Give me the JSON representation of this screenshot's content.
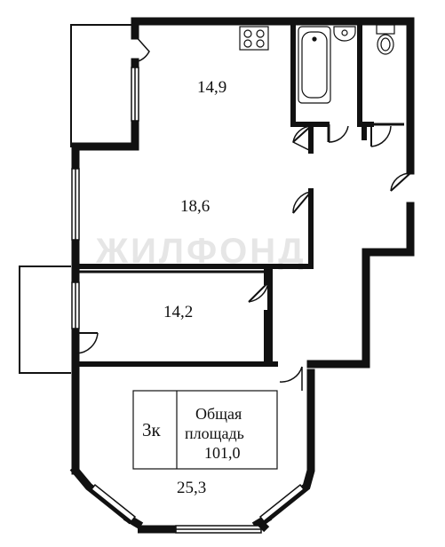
{
  "watermark": "ЖИЛФОНД",
  "rooms": {
    "kitchen": "14,9",
    "living": "18,6",
    "bedroom": "14,2",
    "lower": "25,3"
  },
  "info_box": {
    "rooms_count": "3к",
    "area_label_line1": "Общая",
    "area_label_line2": "площадь",
    "total_area": "101,0"
  },
  "icons": [
    "stove-icon",
    "bathtub-icon",
    "sink-icon",
    "toilet-icon"
  ]
}
